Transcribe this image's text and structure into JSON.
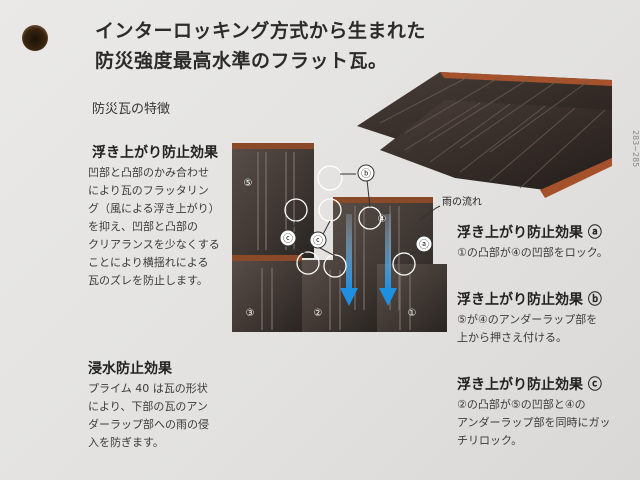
{
  "header": {
    "line1": "インターロッキング方式から生まれた",
    "line2": "防災強度最高水準のフラット瓦。"
  },
  "section_title": "防災瓦の特徴",
  "uplift": {
    "heading": "浮き上がり防止効果",
    "body": "凹部と凸部のかみ合わせ\nにより瓦のフラッタリン\nグ（風による浮き上がり）\nを抑え、凹部と凸部の\nクリアランスを少なくする\nことにより横揺れによる\n瓦のズレを防止します。"
  },
  "waterproof": {
    "heading": "浸水防止効果",
    "body": "プライム 40 は瓦の形状\nにより、下部の瓦のアン\nダーラップ部への雨の侵\n入を防ぎます。"
  },
  "effect_a": {
    "heading": "浮き上がり防止効果 ⓐ",
    "body": "①の凸部が④の凹部をロック。"
  },
  "effect_b": {
    "heading": "浮き上がり防止効果 ⓑ",
    "body": "⑤が④のアンダーラップ部を\n上から押さえ付ける。"
  },
  "effect_c": {
    "heading": "浮き上がり防止効果 ⓒ",
    "body": "②の凸部が⑤の凹部と④の\nアンダーラップ部を同時にガッ\nチリロック。"
  },
  "diagram": {
    "rain_label": "雨の流れ",
    "callouts": [
      "ⓑ",
      "ⓒ",
      "ⓒ",
      "ⓐ"
    ],
    "tiles": [
      "⑤",
      "④",
      "③",
      "②",
      "①"
    ]
  },
  "side_text": "283~285"
}
